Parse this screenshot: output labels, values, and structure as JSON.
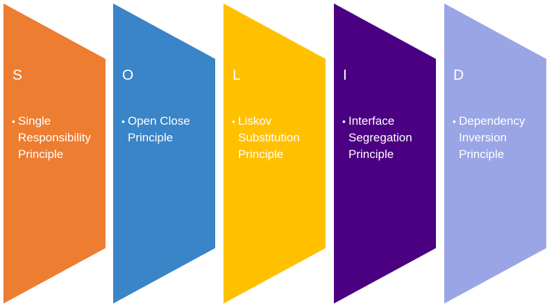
{
  "principles": [
    {
      "letter": "S",
      "line1": "Single",
      "line2": "Responsibility",
      "line3": "Principle",
      "color": "#ED7D31"
    },
    {
      "letter": "O",
      "line1": "Open Close",
      "line2": "Principle",
      "line3": "",
      "color": "#3A84C8"
    },
    {
      "letter": "L",
      "line1": "Liskov",
      "line2": "Substitution",
      "line3": "Principle",
      "color": "#FFC000"
    },
    {
      "letter": "I",
      "line1": "Interface",
      "line2": "Segregation",
      "line3": "Principle",
      "color": "#4B0082"
    },
    {
      "letter": "D",
      "line1": "Dependency",
      "line2": "Inversion",
      "line3": "Principle",
      "color": "#9AA5E6"
    }
  ],
  "bullet_glyph": "•"
}
